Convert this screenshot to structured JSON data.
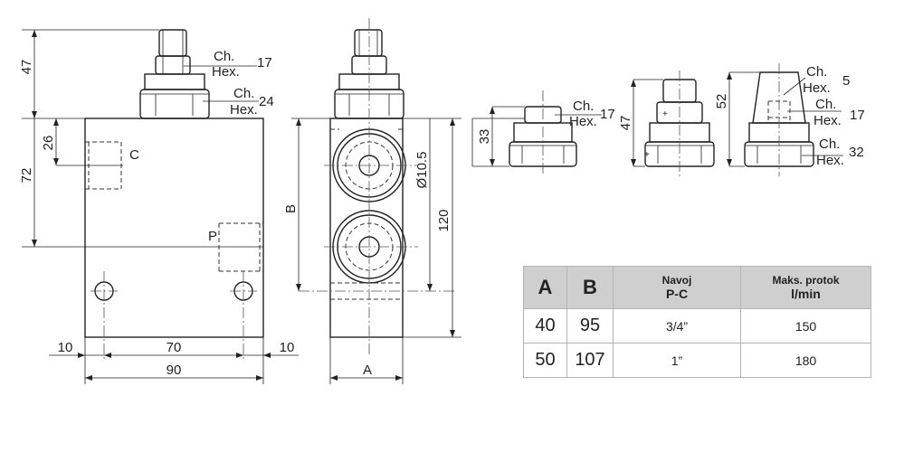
{
  "dimensions": {
    "d47_left": "47",
    "d72": "72",
    "d26": "26",
    "d10_left": "10",
    "d70": "70",
    "d10_right": "10",
    "d90": "90",
    "dB": "B",
    "dA": "A",
    "d10_5": "Ø10.5",
    "d120": "120",
    "d33": "33",
    "d47_mid": "47",
    "d52": "52"
  },
  "ports": {
    "c": "C",
    "p": "P"
  },
  "hex_callouts": {
    "ch": "Ch.",
    "hex": "Hex.",
    "v17_top": "17",
    "v24": "24",
    "v17_small": "17",
    "v5": "5",
    "v17_right": "17",
    "v32": "32"
  },
  "table": {
    "headers": {
      "a": "A",
      "b": "B",
      "thread_line1": "Navoj",
      "thread_line2": "P-C",
      "flow_line1": "Maks. protok",
      "flow_line2": "l/min"
    },
    "rows": [
      {
        "a": "40",
        "b": "95",
        "thread": "3/4”",
        "flow": "150"
      },
      {
        "a": "50",
        "b": "107",
        "thread": "1”",
        "flow": "180"
      }
    ]
  }
}
